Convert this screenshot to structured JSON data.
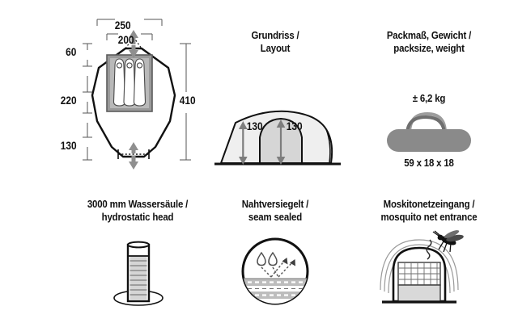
{
  "sheet": {
    "background": "#ffffff",
    "ink": "#111111",
    "gray_dark": "#8a8a8a",
    "gray_mid": "#999999",
    "gray_light": "#d8d8d8",
    "gray_pale": "#eeeeee"
  },
  "floorplan": {
    "name": "floor-plan",
    "dimensions": {
      "outer_width": "250",
      "inner_width": "200",
      "front_vestibule": "60",
      "inner_length": "220",
      "rear_vestibule": "130",
      "total_length": "410"
    },
    "sleeping_places": 3
  },
  "layout": {
    "caption_line1": "Grundriss /",
    "caption_line2": "Layout",
    "height_vestibule": "130",
    "height_inner": "130"
  },
  "packsize": {
    "caption_line1": "Packmaß, Gewicht /",
    "caption_line2": "packsize, weight",
    "weight": "± 6,2 kg",
    "dimensions": "59 x 18 x 18"
  },
  "hydrostatic": {
    "caption_line1": "3000 mm Wassersäule /",
    "caption_line2": "hydrostatic head",
    "icon": "water-column-icon"
  },
  "seamsealed": {
    "caption_line1": "Nahtversiegelt /",
    "caption_line2": "seam sealed",
    "icon": "seam-sealed-icon"
  },
  "mosquito": {
    "caption_line1": "Moskitonetzeingang /",
    "caption_line2": "mosquito net entrance",
    "icon": "mosquito-net-icon"
  }
}
